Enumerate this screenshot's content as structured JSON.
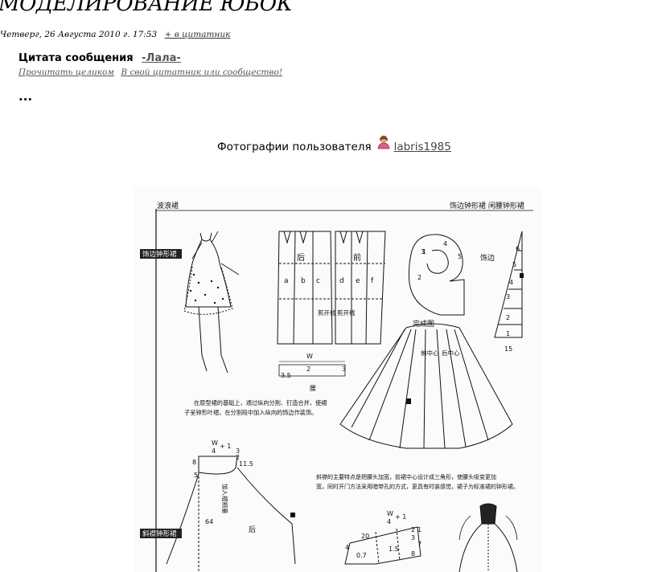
{
  "post": {
    "title": "МОДЕЛИРОВАНИЕ ЮБОК",
    "date": "Четверг, 26 Августа 2010 г. 17:53",
    "add_to_quotes": "+ в цитатник"
  },
  "quote": {
    "label": "Цитата сообщения",
    "author": "-Лала-",
    "read_full": "Прочитать целиком",
    "to_quotes": "В свой цитатник или сообщество!",
    "ellipsis": "..."
  },
  "photos": {
    "label": "Фотографии пользователя",
    "username": "labris1985",
    "icon": "user-icon"
  },
  "pattern": {
    "top_left": "波浪裙",
    "top_right": "饰边钟形裙   闲腰钟形裙",
    "tag_1": "饰边钟形裙",
    "tag_2": "斜襟钟形裙",
    "back": "后",
    "front": "前",
    "panel_letters": [
      "a",
      "b",
      "c",
      "d",
      "e",
      "f"
    ],
    "cut_1": "剪开线",
    "cut_2": "剪开线",
    "trim_label": "饰边",
    "trim_numbers": [
      "6",
      "5",
      "4",
      "3",
      "2",
      "1"
    ],
    "trim_bottom": "15",
    "spiral_numbers": [
      "1",
      "2",
      "3",
      "4",
      "5"
    ],
    "finished": "完成图",
    "center_front": "前中心",
    "center_back": "后中心",
    "waist_w": "W",
    "waist_num": "2",
    "band_1": "3.5",
    "band_2": "3",
    "band_label": "腰",
    "note_1": "在原型裙的基础上，通过纵向分割、钉造合并，使裙",
    "note_2": "子呈钟形叶褶，在分割段中加入纵向的饰边作装饰。",
    "note_3": "斜襟的主要特点是把腰头加宽，前裙中心设计成三角形，使腰头吸变更加",
    "note_4": "宽，同时开门方法采用暗带孔的方式，更具有时装感觉，裙子为标准裙的钟形裙。",
    "left_w": "W",
    "left_w_frac": "4",
    "left_plus": "+ 1",
    "num_3": "3",
    "num_2": "2",
    "num_11": "11.5",
    "num_8": "8",
    "num_5": "5",
    "num_64": "64",
    "add_pleat": "加入褶裥量",
    "back_lower": "后",
    "bottom_w": "W",
    "bottom_w_frac": "4",
    "bottom_plus": "+ 1",
    "num_20": "20",
    "num_4": "4",
    "num_07": "0.7",
    "num_15": "1.5",
    "num_1": "1",
    "num_7": "7",
    "num_2b": "2",
    "num_3b": "3",
    "num_8b": "8"
  }
}
